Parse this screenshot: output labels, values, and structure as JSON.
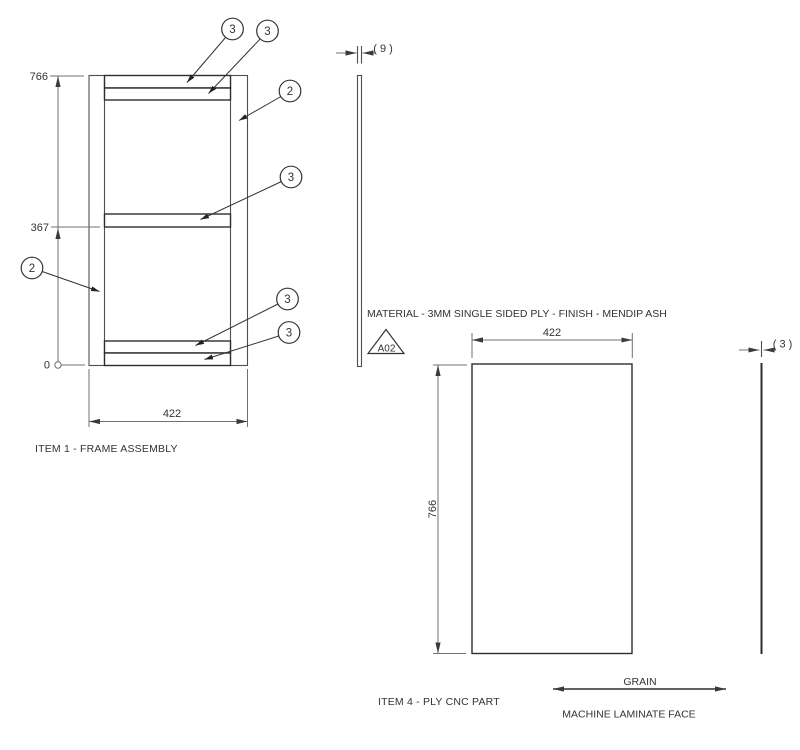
{
  "colors": {
    "background": "#ffffff",
    "object_line": "#2d2d2d",
    "thin_object_line": "#4f4f4f",
    "dimension_line": "#707070",
    "text": "#333333"
  },
  "frame_assembly": {
    "label": "ITEM 1 - FRAME ASSEMBLY",
    "dims": {
      "overall_height": "766",
      "mid_rail_height": "367",
      "datum": "0",
      "overall_width": "422"
    },
    "balloons": {
      "top_rail_outer": "3",
      "top_rail_inner": "3",
      "right_stile": "2",
      "mid_rail": "3",
      "left_stile": "2",
      "bottom_rail_inner": "3",
      "bottom_rail_outer": "3"
    },
    "side_view_thickness": "( 9 )"
  },
  "material_note": {
    "text": "MATERIAL - 3MM SINGLE SIDED PLY - FINISH - MENDIP ASH",
    "finish_flag": "A02"
  },
  "ply_part": {
    "label": "ITEM 4 - PLY CNC PART",
    "dims": {
      "width": "422",
      "height": "766",
      "thickness": "( 3 )"
    },
    "grain_label": "GRAIN",
    "face_note": "MACHINE LAMINATE FACE"
  }
}
